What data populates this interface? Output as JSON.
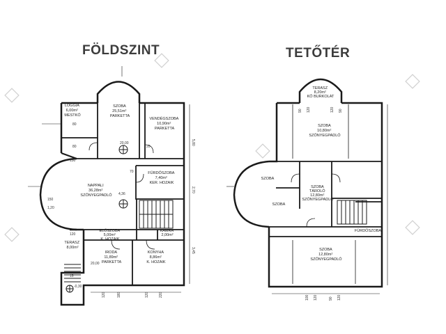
{
  "titles": {
    "ground": "FÖLDSZINT",
    "attic": "TETŐTÉR"
  },
  "ground_rooms": [
    {
      "id": "loggia",
      "lines": [
        "LOGGIA",
        "6,00m²",
        "MESTKŐ"
      ]
    },
    {
      "id": "szoba-top",
      "lines": [
        "SZOBA",
        "25,51m²",
        "PARKETTA"
      ]
    },
    {
      "id": "vendegszoba",
      "lines": [
        "VENDÉGSZOBA",
        "10,90m²",
        "PARKETTA"
      ]
    },
    {
      "id": "nappali",
      "lines": [
        "NAPPALI",
        "36,28m²",
        "SZŐNYEGPADLÓ"
      ]
    },
    {
      "id": "furdoszoba",
      "lines": [
        "FÜRDŐSZOBA",
        "7,40m²",
        "KER. HOZAIK"
      ]
    },
    {
      "id": "eloszoba",
      "lines": [
        "ELŐSZOBA",
        "5,00m²",
        "K. HOZAIK"
      ]
    },
    {
      "id": "kamra",
      "lines": [
        "KAMRA",
        "2,00m²"
      ]
    },
    {
      "id": "terasz",
      "lines": [
        "TERASZ",
        "8,00m²"
      ]
    },
    {
      "id": "iroda",
      "lines": [
        "IRODA",
        "11,89m²",
        "PARKETTA"
      ]
    },
    {
      "id": "konyha",
      "lines": [
        "KONYHA",
        "8,86m²",
        "K. HOZAIK"
      ]
    }
  ],
  "attic_rooms": [
    {
      "id": "terasz-attic",
      "lines": [
        "TERASZ",
        "8,20m²",
        "KŐ BURKOLAT"
      ]
    },
    {
      "id": "szoba-attic-top",
      "lines": [
        "SZOBA",
        "10,80m²",
        "SZŐNYEGPADLÓ"
      ]
    },
    {
      "id": "szoba-round-1",
      "lines": [
        "SZOBA"
      ]
    },
    {
      "id": "szoba-round-2",
      "lines": [
        "SZOBA"
      ]
    },
    {
      "id": "szoba-tarolo",
      "lines": [
        "SZOBA",
        "TÁROLÓ",
        "12,80m²",
        "SZŐNYEGPADLÓ"
      ]
    },
    {
      "id": "szoba-attic-bottom",
      "lines": [
        "SZOBA",
        "12,80m²",
        "SZŐNYEGPADLÓ"
      ]
    },
    {
      "id": "furdo-attic",
      "lines": [
        "FÜRDŐSZOBA"
      ]
    }
  ],
  "ground_dims": {
    "d1": "80",
    "d2": "80",
    "d3": "20,00",
    "d4": "20",
    "d5": "150",
    "d6": "70",
    "d7": "4,36",
    "d8": "5,80",
    "d9": "3,45",
    "d10": "2,70",
    "d11": "120",
    "d12": "20,00",
    "d13": "1,20",
    "d14": "150",
    "d15": "15",
    "d16": "-0,30",
    "d17": "120",
    "d18": "180",
    "d19": "120",
    "d20": "220"
  },
  "attic_dims": {
    "a1": "90",
    "a2": "120",
    "a3": "120",
    "a4": "90",
    "a5": "100",
    "a6": "120",
    "a7": "90",
    "a8": "120"
  },
  "colors": {
    "wall": "#1a1a1a",
    "heading": "#3c3c3c",
    "watermark": "#c8c8c8"
  }
}
